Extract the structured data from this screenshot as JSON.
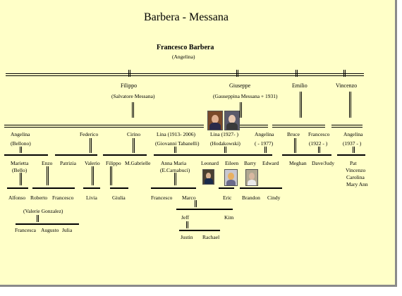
{
  "header": {
    "title": "Barbera - Messana",
    "patriarch": "Francesco Barbera",
    "patriarch_spouse": "(Angelina)"
  },
  "generation1": {
    "filippo": {
      "name": "Filippo",
      "spouse": "(Salvatore Messana)"
    },
    "giuseppe": {
      "name": "Giuseppe",
      "spouse": "(Gauseppina Messana + 1931)"
    },
    "emilio": {
      "name": "Emilio"
    },
    "vincenzo": {
      "name": "Vincenzo"
    }
  },
  "generation2": {
    "angelina_a": {
      "name": "Angelina",
      "spouse": "(Bellono)"
    },
    "federico": {
      "name": "Federico"
    },
    "cirino": {
      "name": "Cirino"
    },
    "lina_a": {
      "name": "Lina (1913- 2006)",
      "spouse": "(Giovanni Tabanelli)"
    },
    "lina_b": {
      "name": "Lina (1927- )",
      "spouse": "(Hodakowski)"
    },
    "angelina_b": {
      "name": "Angelina",
      "spouse": "( - 1977)"
    },
    "bruce": {
      "name": "Bruce"
    },
    "francesco_a": {
      "name": "Francesco",
      "spouse": "(1922 - )"
    },
    "angelina_c": {
      "name": "Angelina",
      "spouse": "(1937 - )"
    }
  },
  "generation3": {
    "marietta": {
      "name": "Marietta",
      "spouse": "(Bello)"
    },
    "enzo": {
      "name": "Enzo"
    },
    "patrizia": {
      "name": "Patrizia"
    },
    "valerio": {
      "name": "Valerio"
    },
    "filippo_b": {
      "name": "Filippo"
    },
    "m_gabrielle": {
      "name": "M.Gabrielle"
    },
    "anna_maria": {
      "name": "Anna Maria",
      "spouse": "(E.Carnabuci)"
    },
    "leonard": {
      "name": "Leonard"
    },
    "eileen": {
      "name": "Eileen"
    },
    "barry": {
      "name": "Barry"
    },
    "edward": {
      "name": "Edward"
    },
    "meghan": {
      "name": "Meghan"
    },
    "dave_judy": {
      "name": "Dave/Judy"
    },
    "pat_group": [
      "Pat",
      "Vincenzo",
      "Carolina",
      "Mary Ann"
    ]
  },
  "generation4": {
    "alfonso": {
      "name": "Alfonso"
    },
    "roberto": {
      "name": "Roberto",
      "spouse": "(Valerie Gonzalez)"
    },
    "francesco_b": {
      "name": "Francesco"
    },
    "livia": {
      "name": "Livia"
    },
    "giulia": {
      "name": "Giulia"
    },
    "francesco_c": {
      "name": "Francesco"
    },
    "marco": {
      "name": "Marco"
    },
    "eric": {
      "name": "Eric"
    },
    "brandon": {
      "name": "Brandon"
    },
    "cindy": {
      "name": "Cindy"
    },
    "jeff": {
      "name": "Jeff"
    },
    "kim": {
      "name": "Kim"
    }
  },
  "generation5": {
    "francesca": {
      "name": "Francesca"
    },
    "augusto": {
      "name": "Augusto"
    },
    "julia": {
      "name": "Julia"
    },
    "justin": {
      "name": "Justin"
    },
    "rachael": {
      "name": "Rachael"
    }
  }
}
